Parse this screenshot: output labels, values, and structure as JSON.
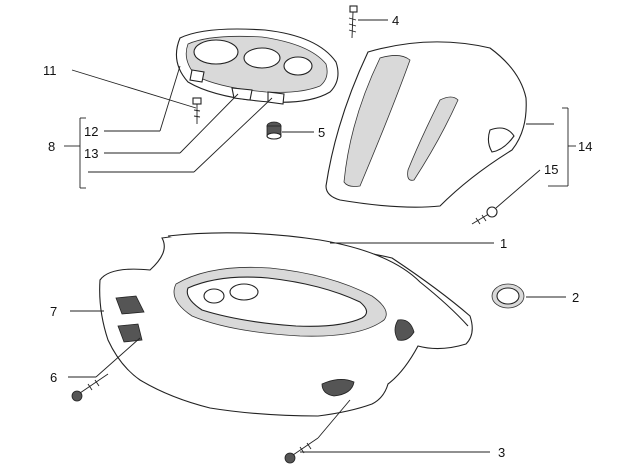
{
  "callouts": {
    "c1": "1",
    "c2": "2",
    "c3": "3",
    "c4": "4",
    "c5": "5",
    "c6": "6",
    "c7": "7",
    "c8": "8",
    "c9": "11",
    "c10": "12",
    "c11": "13",
    "c12": "14",
    "c13": "15"
  }
}
